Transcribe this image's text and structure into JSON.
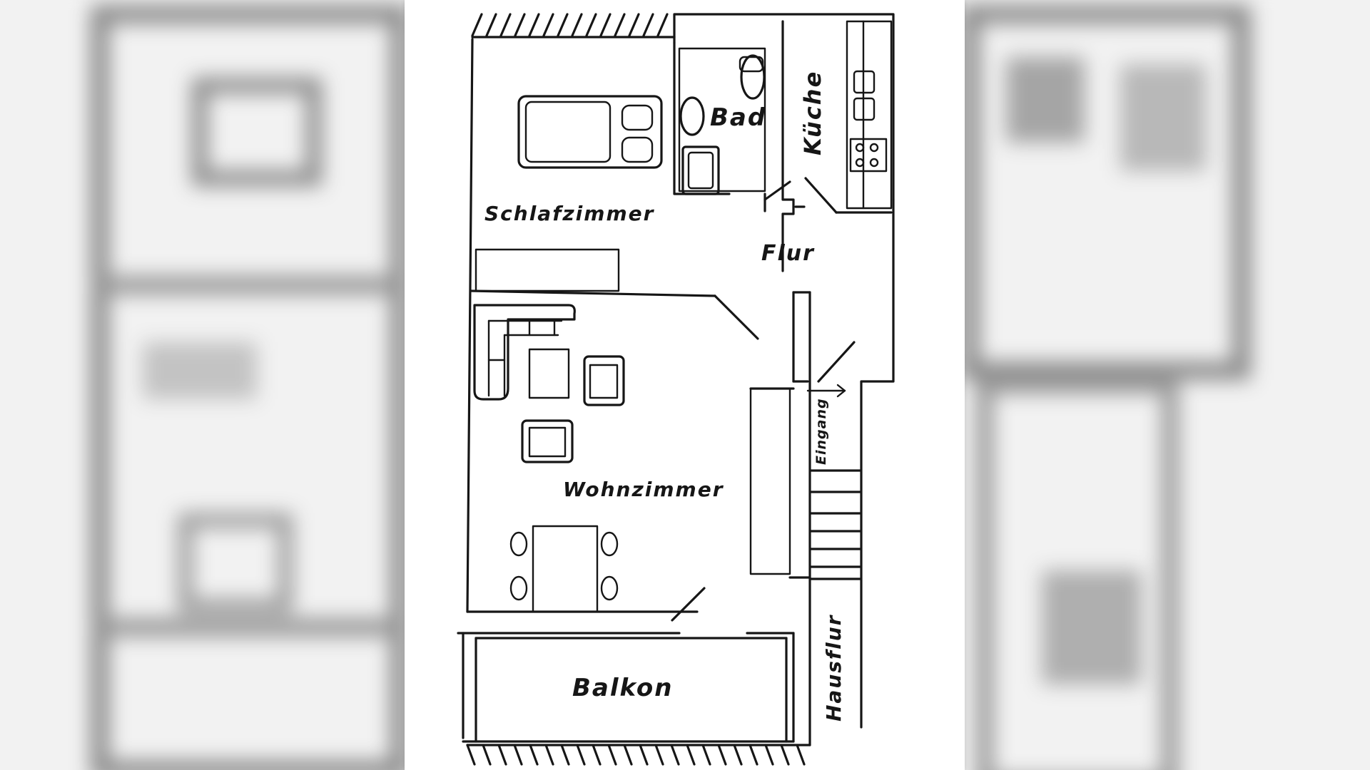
{
  "rooms": {
    "bad": "Bad",
    "kueche": "Küche",
    "schlafzimmer": "Schlafzimmer",
    "flur": "Flur",
    "eingang": "Eingang",
    "wohnzimmer": "Wohnzimmer",
    "balkon": "Balkon",
    "hausflur": "Hausflur"
  },
  "colors": {
    "ink": "#161616",
    "paper": "#ffffff",
    "background": "#e9e9e9"
  }
}
